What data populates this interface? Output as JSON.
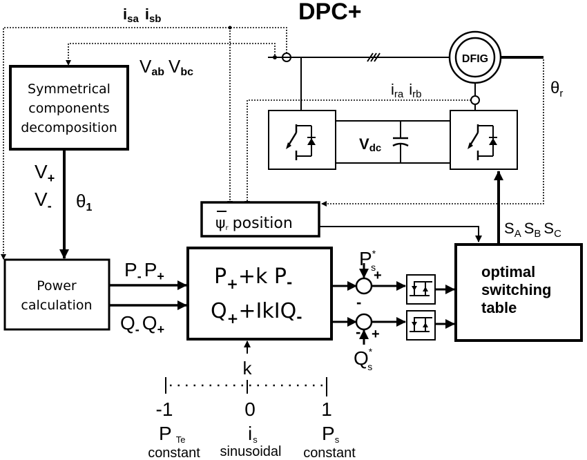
{
  "title": "DPC+",
  "signals": {
    "stator_current": {
      "i1": "i",
      "s1": "sa",
      "i2": "i",
      "s2": "sb"
    },
    "grid_voltage": {
      "v1": "V",
      "s1": "ab",
      "v2": "V",
      "s2": "bc"
    },
    "rotor_current": {
      "i1": "i",
      "s1": "ra",
      "i2": "i",
      "s2": "rb"
    },
    "rotor_angle": {
      "sym": "θ",
      "sub": "r"
    },
    "seq_voltage": {
      "v_plus": "V",
      "plus": "+",
      "v_minus": "V",
      "minus": "-"
    },
    "theta1": {
      "sym": "θ",
      "sub": "1"
    },
    "powers_p": {
      "p1": "P",
      "s1": "-",
      "p2": "P",
      "s2": "+"
    },
    "powers_q": {
      "q1": "Q",
      "s1": "-",
      "q2": "Q",
      "s2": "+"
    },
    "switching_states": {
      "s1": "S",
      "a": "A",
      "s2": "S",
      "b": "B",
      "s3": "S",
      "c": "C"
    },
    "p_ref": {
      "sym": "P",
      "sup": "*",
      "sub": "s"
    },
    "q_ref": {
      "sym": "Q",
      "sup": "*",
      "sub": "s"
    },
    "k_input": "k",
    "vdc": {
      "v": "V",
      "sub": "dc"
    }
  },
  "blocks": {
    "symmetrical": [
      "Symmetrical",
      "components",
      "decomposition"
    ],
    "power_calc": [
      "Power",
      "calculation"
    ],
    "flux_position": {
      "psi": "ψ",
      "sub": "r",
      "text": "position"
    },
    "combiner": {
      "line1": {
        "a": "P",
        "a_sub": "+",
        "mid": "+k P",
        "b_sub": "-"
      },
      "line2": {
        "a": "Q",
        "a_sub": "+",
        "mid": "+IkIQ",
        "b_sub": "-"
      }
    },
    "switching_table": [
      "optimal",
      "switching",
      "table"
    ],
    "machine": "DFIG"
  },
  "summing": {
    "p_plus": "+",
    "p_minus": "-",
    "q_plus": "+",
    "q_minus": "-"
  },
  "k_scale": {
    "ticks": [
      {
        "value": "-1",
        "sym": "P",
        "sub": "Te",
        "desc": "constant"
      },
      {
        "value": "0",
        "sym": "i",
        "sub": "s",
        "desc": "sinusoidal"
      },
      {
        "value": "1",
        "sym": "P",
        "sub": "s",
        "desc": "constant"
      }
    ]
  }
}
